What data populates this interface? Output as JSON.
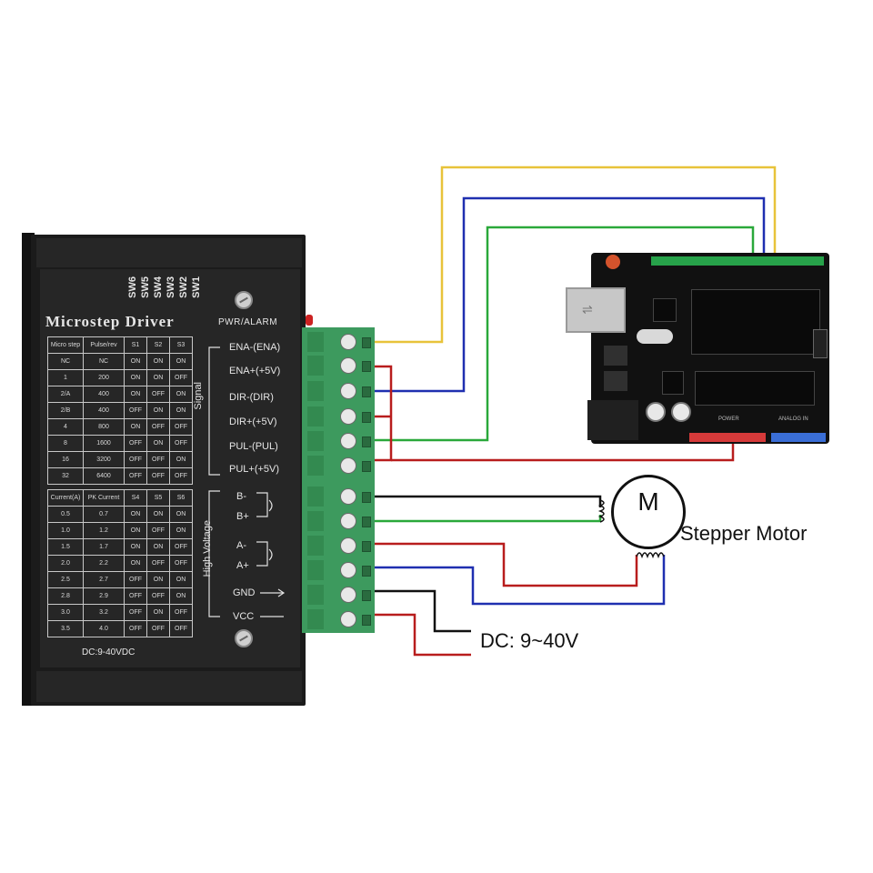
{
  "driver": {
    "title": "Microstep Driver",
    "switch_labels": [
      "SW6",
      "SW5",
      "SW4",
      "SW3",
      "SW2",
      "SW1"
    ],
    "pwr_alarm": "PWR/ALARM",
    "signal_group": "Signal",
    "high_voltage_group": "High Voltage",
    "signal_terminals": [
      "ENA-(ENA)",
      "ENA+(+5V)",
      "DIR-(DIR)",
      "DIR+(+5V)",
      "PUL-(PUL)",
      "PUL+(+5V)"
    ],
    "hv_terminals": [
      "B-",
      "B+",
      "A-",
      "A+",
      "GND",
      "VCC"
    ],
    "dc_note": "DC:9-40VDC",
    "microstep_table": {
      "headers": [
        "Micro step",
        "Pulse/rev",
        "S1",
        "S2",
        "S3"
      ],
      "rows": [
        [
          "NC",
          "NC",
          "ON",
          "ON",
          "ON"
        ],
        [
          "1",
          "200",
          "ON",
          "ON",
          "OFF"
        ],
        [
          "2/A",
          "400",
          "ON",
          "OFF",
          "ON"
        ],
        [
          "2/B",
          "400",
          "OFF",
          "ON",
          "ON"
        ],
        [
          "4",
          "800",
          "ON",
          "OFF",
          "OFF"
        ],
        [
          "8",
          "1600",
          "OFF",
          "ON",
          "OFF"
        ],
        [
          "16",
          "3200",
          "OFF",
          "OFF",
          "ON"
        ],
        [
          "32",
          "6400",
          "OFF",
          "OFF",
          "OFF"
        ]
      ]
    },
    "current_table": {
      "headers": [
        "Current(A)",
        "PK Current",
        "S4",
        "S5",
        "S6"
      ],
      "rows": [
        [
          "0.5",
          "0.7",
          "ON",
          "ON",
          "ON"
        ],
        [
          "1.0",
          "1.2",
          "ON",
          "OFF",
          "ON"
        ],
        [
          "1.5",
          "1.7",
          "ON",
          "ON",
          "OFF"
        ],
        [
          "2.0",
          "2.2",
          "ON",
          "OFF",
          "OFF"
        ],
        [
          "2.5",
          "2.7",
          "OFF",
          "ON",
          "ON"
        ],
        [
          "2.8",
          "2.9",
          "OFF",
          "OFF",
          "ON"
        ],
        [
          "3.0",
          "3.2",
          "OFF",
          "ON",
          "OFF"
        ],
        [
          "3.5",
          "4.0",
          "OFF",
          "OFF",
          "OFF"
        ]
      ]
    }
  },
  "motor": {
    "symbol": "M",
    "label": "Stepper Motor"
  },
  "power": {
    "label": "DC: 9~40V"
  },
  "arduino": {
    "power_header": "POWER",
    "analog_header": "ANALOG IN"
  },
  "wire_colors": {
    "yellow": "#e8c33a",
    "blue": "#1f2fb0",
    "green": "#2aa83a",
    "red": "#b81d1d",
    "black": "#111111"
  }
}
